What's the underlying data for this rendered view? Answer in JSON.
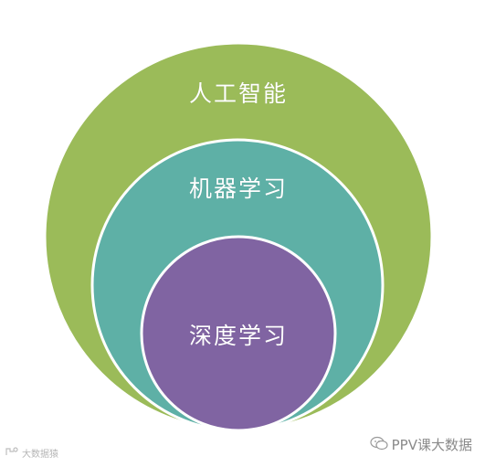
{
  "diagram": {
    "circles": [
      {
        "label": "人工智能",
        "color": "#9bbb59"
      },
      {
        "label": "机器学习",
        "color": "#5eb0a6"
      },
      {
        "label": "深度学习",
        "color": "#8064a2"
      }
    ],
    "border_color": "#ffffff"
  },
  "watermarks": {
    "right": "PPV课大数据",
    "left": "大数据猿",
    "right_icon": "wechat-icon",
    "left_icon": "logo-icon"
  }
}
